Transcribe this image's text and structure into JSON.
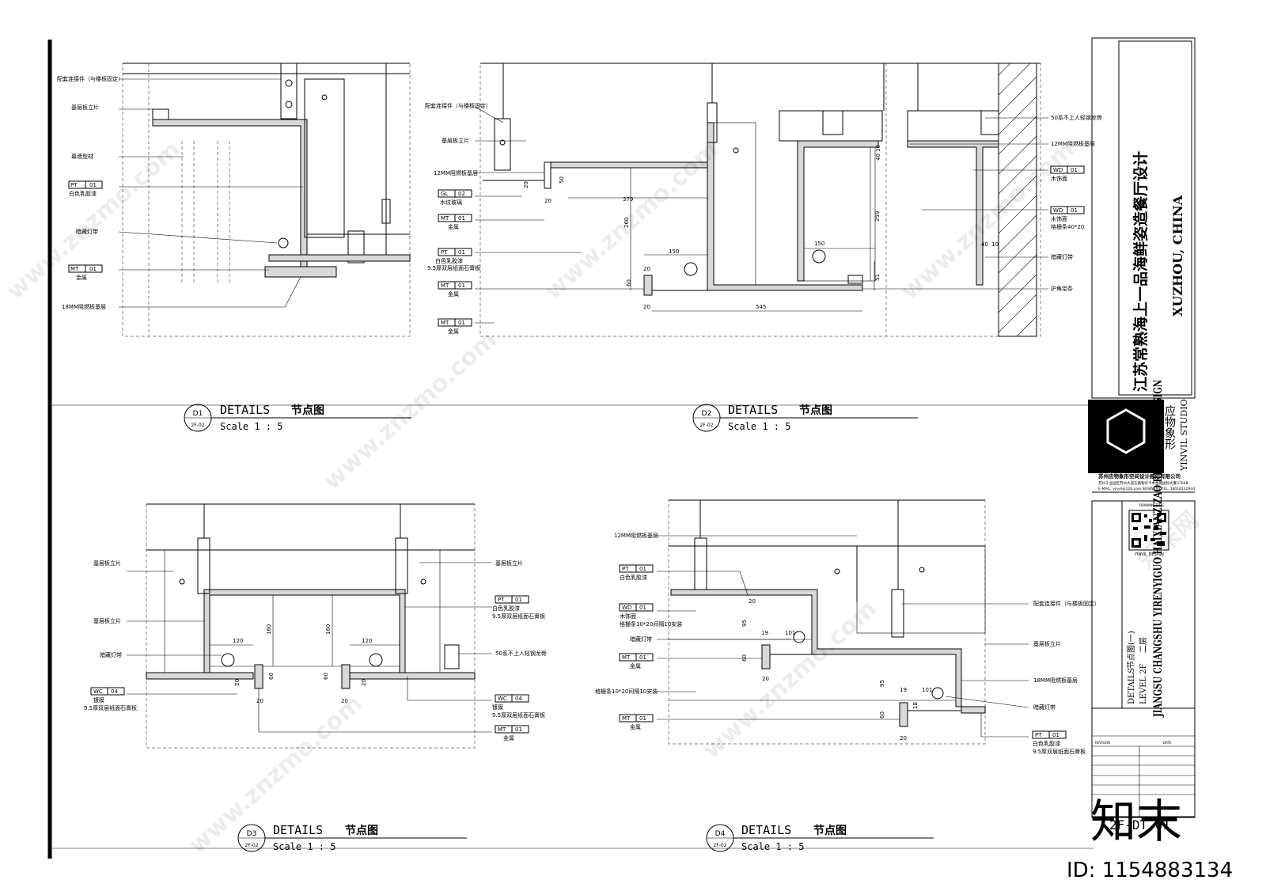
{
  "title_block": {
    "project_cn": "江苏常熟海上一品海鲜姿造餐厅设计",
    "project_en": "JIANGSU CHANGSHU YIRENYIGUO HAIXIANZIZAO RESTAURANT DESIGN",
    "city": "XUZHOU, CHINA",
    "studio_cn": "应物象形",
    "studio_en": "YINVIL STUDIO",
    "company": "苏州应物象形空间设计顾问有限公司",
    "address": "苏州工业园区苏州大道东路物华卡中金融国际大厦3704B",
    "contact": "E-MAIL: yinvil@126.com  BUSINESS TEL. 18018142944",
    "drawing_title_label": "DRAWING TITLE",
    "qr_caption": "YINVIL DESIGN",
    "sheet_name_en": "DETAILS",
    "sheet_name_cn": "节点图(一)",
    "level": "LEVEL 2F",
    "level_cn": "二层",
    "revision_label": "REVISION",
    "date_label": "DATE",
    "sheet_number": "2F-DT.01"
  },
  "details": [
    {
      "id": "D1",
      "ref": "2F-02",
      "title": "DETAILS",
      "title_cn": "节点图",
      "scale": "Scale 1 : 5"
    },
    {
      "id": "D2",
      "ref": "2F-02",
      "title": "DETAILS",
      "title_cn": "节点图",
      "scale": "Scale 1 : 5"
    },
    {
      "id": "D3",
      "ref": "2F-02",
      "title": "DETAILS",
      "title_cn": "节点图",
      "scale": "Scale 1 : 5"
    },
    {
      "id": "D4",
      "ref": "2F-02",
      "title": "DETAILS",
      "title_cn": "节点图",
      "scale": "Scale 1 : 5"
    }
  ],
  "d1_notes": {
    "connector": "配套连接件（与楼板固定）",
    "base_panel": "基层板立片",
    "curtain_profile": "幕墙型材",
    "pt_code": "PT",
    "pt_num": "01",
    "pt_desc": "白色乳胶漆",
    "light": "暗藏灯带",
    "mt_code": "MT",
    "mt_num": "01",
    "mt_desc": "金属",
    "fireboard": "18MM阻燃板基层"
  },
  "d2_notes": {
    "connector": "配套连接件（与楼板固定）",
    "base_panel": "基层板立片",
    "fireboard12": "12MM阻燃板基层",
    "gl_code": "GL",
    "gl_num": "02",
    "gl_desc": "水纹玻璃",
    "mt_code": "MT",
    "mt_num": "01",
    "mt_desc": "金属",
    "pt_code": "PT",
    "pt_num": "01",
    "pt_desc": "白色乳胶漆",
    "gypsum": "9.5厚双层纸面石膏板",
    "keel": "50系不上人轻钢龙骨",
    "fireboard12_r": "12MM阻燃板基层",
    "wd_code": "WD",
    "wd_num": "01",
    "wd_desc": "木饰面",
    "wd2_desc": "木饰面",
    "grille": "格栅条40*20",
    "light": "暗藏灯带",
    "corner": "护角铝条",
    "dims": [
      "20",
      "50",
      "20",
      "379",
      "260",
      "259",
      "150",
      "40",
      "10",
      "40",
      "10",
      "60",
      "20",
      "20",
      "545",
      "51"
    ]
  },
  "d3_notes": {
    "base_panel": "基层板立片",
    "base_panel_r": "基层板立片",
    "base_panel_2": "基层板立片",
    "pt_code": "PT",
    "pt_num": "01",
    "pt_desc": "白色乳胶漆",
    "gypsum": "9.5厚双层纸面石膏板",
    "light": "暗藏灯带",
    "keel": "50系不上人轻钢龙骨",
    "wc_code": "WC",
    "wc_num": "04",
    "wc_desc": "镀膜",
    "wc_desc_r": "镀膜",
    "gypsum_l": "9.5厚双层纸面石膏板",
    "gypsum_r": "9.5厚双层纸面石膏板",
    "mt_code": "MT",
    "mt_num": "01",
    "mt_desc": "金属",
    "dims": [
      "160",
      "160",
      "120",
      "120",
      "60",
      "60",
      "20",
      "20",
      "20",
      "20"
    ]
  },
  "d4_notes": {
    "fireboard12": "12MM阻燃板基层",
    "pt_code": "PT",
    "pt_num": "01",
    "pt_desc": "白色乳胶漆",
    "wd_code": "WD",
    "wd_num": "01",
    "wd_desc": "木饰面",
    "grille": "格栅条10*20间隔10安装",
    "light": "暗藏灯带",
    "mt_code": "MT",
    "mt_num": "01",
    "mt_desc": "金属",
    "grille2": "格栅条10*20间隔10安装",
    "connector": "配套连接件（与楼板固定）",
    "base_panel": "基层板立片",
    "fireboard18": "18MM阻燃板基层",
    "light_r": "暗藏灯带",
    "gypsum": "9.5厚双层纸面石膏板",
    "dims": [
      "20",
      "95",
      "19",
      "101",
      "60",
      "20",
      "95",
      "19",
      "101",
      "18",
      "60",
      "20"
    ]
  },
  "watermark": {
    "site": "www.znzmo.com",
    "brand": "知末网",
    "logo": "知末",
    "id_text": "ID: 1154883134"
  }
}
